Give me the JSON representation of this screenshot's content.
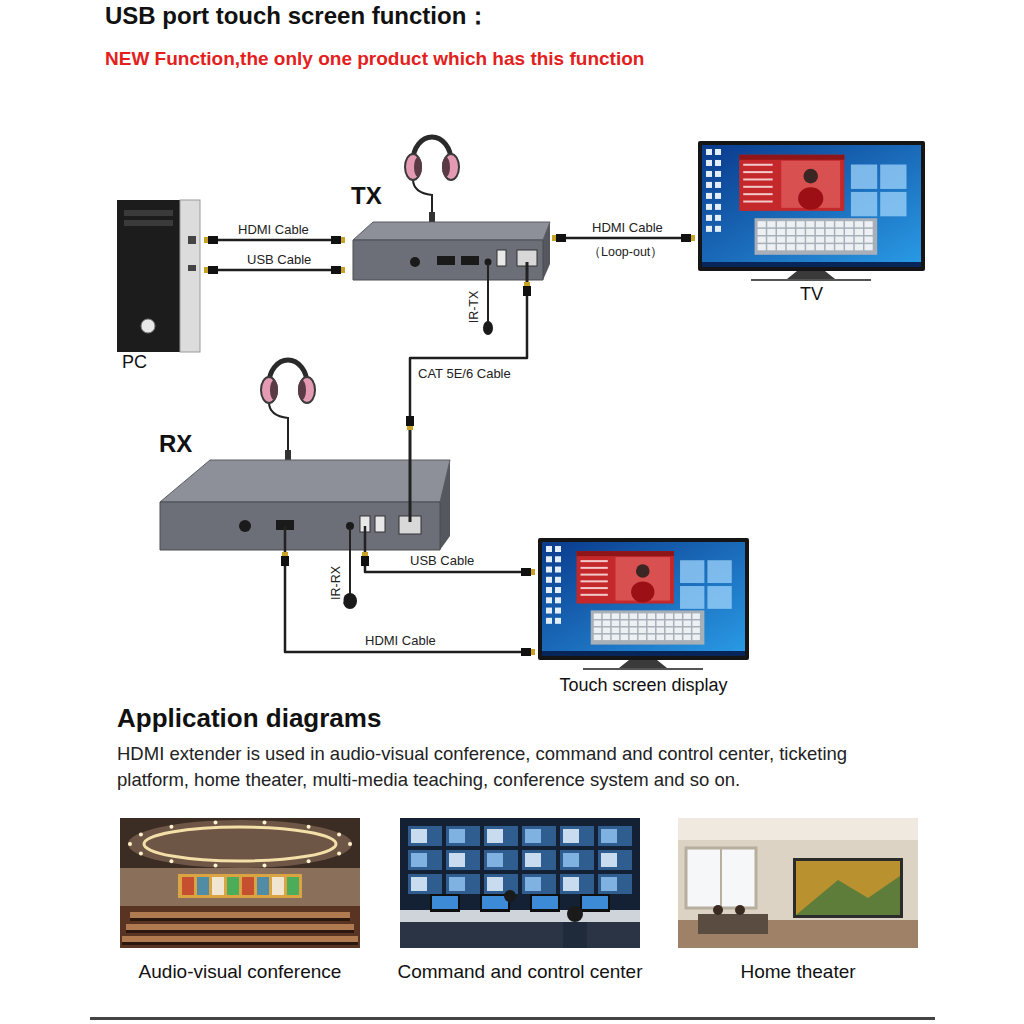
{
  "diagram": {
    "title": "USB port touch screen function：",
    "nodes": [
      {
        "text": [
          "PC"
        ]
      },
      {
        "text": [
          "TX"
        ]
      },
      {
        "text": [
          "TV"
        ]
      },
      {
        "text": [
          "RX"
        ]
      },
      {
        "text": [
          "Touch screen display"
        ]
      }
    ],
    "edges": [
      {
        "from": 0,
        "to": 1,
        "label": "HDMI Cable",
        "arrow": "none"
      },
      {
        "from": 0,
        "to": 1,
        "label": "USB Cable",
        "arrow": "none"
      },
      {
        "from": 1,
        "to": 2,
        "label": "HDMI Cable",
        "arrow": "none"
      },
      {
        "from": 1,
        "to": 3,
        "label": "CAT 5E/6 Cable",
        "arrow": "none"
      },
      {
        "from": 3,
        "to": 4,
        "label": "USB Cable",
        "arrow": "none"
      },
      {
        "from": 3,
        "to": 4,
        "label": "HDMI Cable",
        "arrow": "none"
      }
    ],
    "labels": [
      "NEW Function,the only one product which has this function",
      "（Loop-out）",
      "IR-TX",
      "IR-RX",
      "Application diagrams",
      "HDMI extender is used in audio-visual conference, command and control center, ticketing platform, home theater, multi-media teaching, conference system and so on.",
      "Audio-visual conference",
      "Command and control center",
      "Home theater"
    ]
  }
}
